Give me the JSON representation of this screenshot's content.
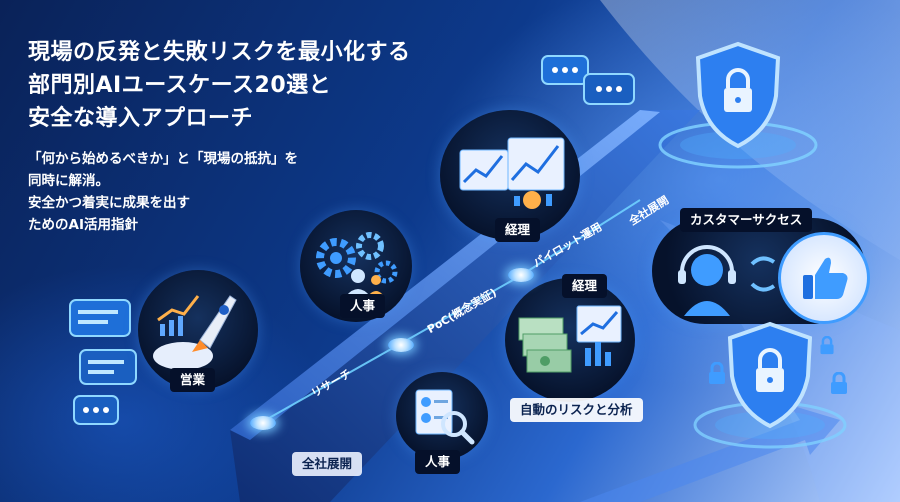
{
  "headline": {
    "line1": "現場の反発と失敗リスクを最小化する",
    "line2": "部門別AIユースケース20選と",
    "line3": "安全な導入アプローチ"
  },
  "subtext": {
    "line1": "「何から始めるべきか」と「現場の抵抗」を",
    "line2": "同時に解消。",
    "line3": "安全かつ着実に成果を出す",
    "line4": "ためのAI活用指針"
  },
  "stages": {
    "research": "リサーチ",
    "poc": "PoC(概念実証)",
    "pilot": "パイロット運用",
    "rollout": "全社展開"
  },
  "departments": {
    "sales": "営業",
    "hr_upper": "人事",
    "hr_lower": "人事",
    "accounting_upper": "経理",
    "accounting_lower": "経理",
    "customer_success": "カスタマーサクセス"
  },
  "captions": {
    "auto_risk": "自動のリスクと分析",
    "rollout_bottom": "全社展開"
  },
  "icons": [
    "rocket-icon",
    "gear-icon",
    "chart-icon",
    "money-icon",
    "search-icon",
    "headset-icon",
    "thumbs-up-icon",
    "shield-lock-icon",
    "lock-icon",
    "chat-icon"
  ],
  "colors": {
    "background_dark": "#0a2258",
    "road": "#1f4fae",
    "glow": "#5fc0ff",
    "label_bg": "#05102a"
  }
}
